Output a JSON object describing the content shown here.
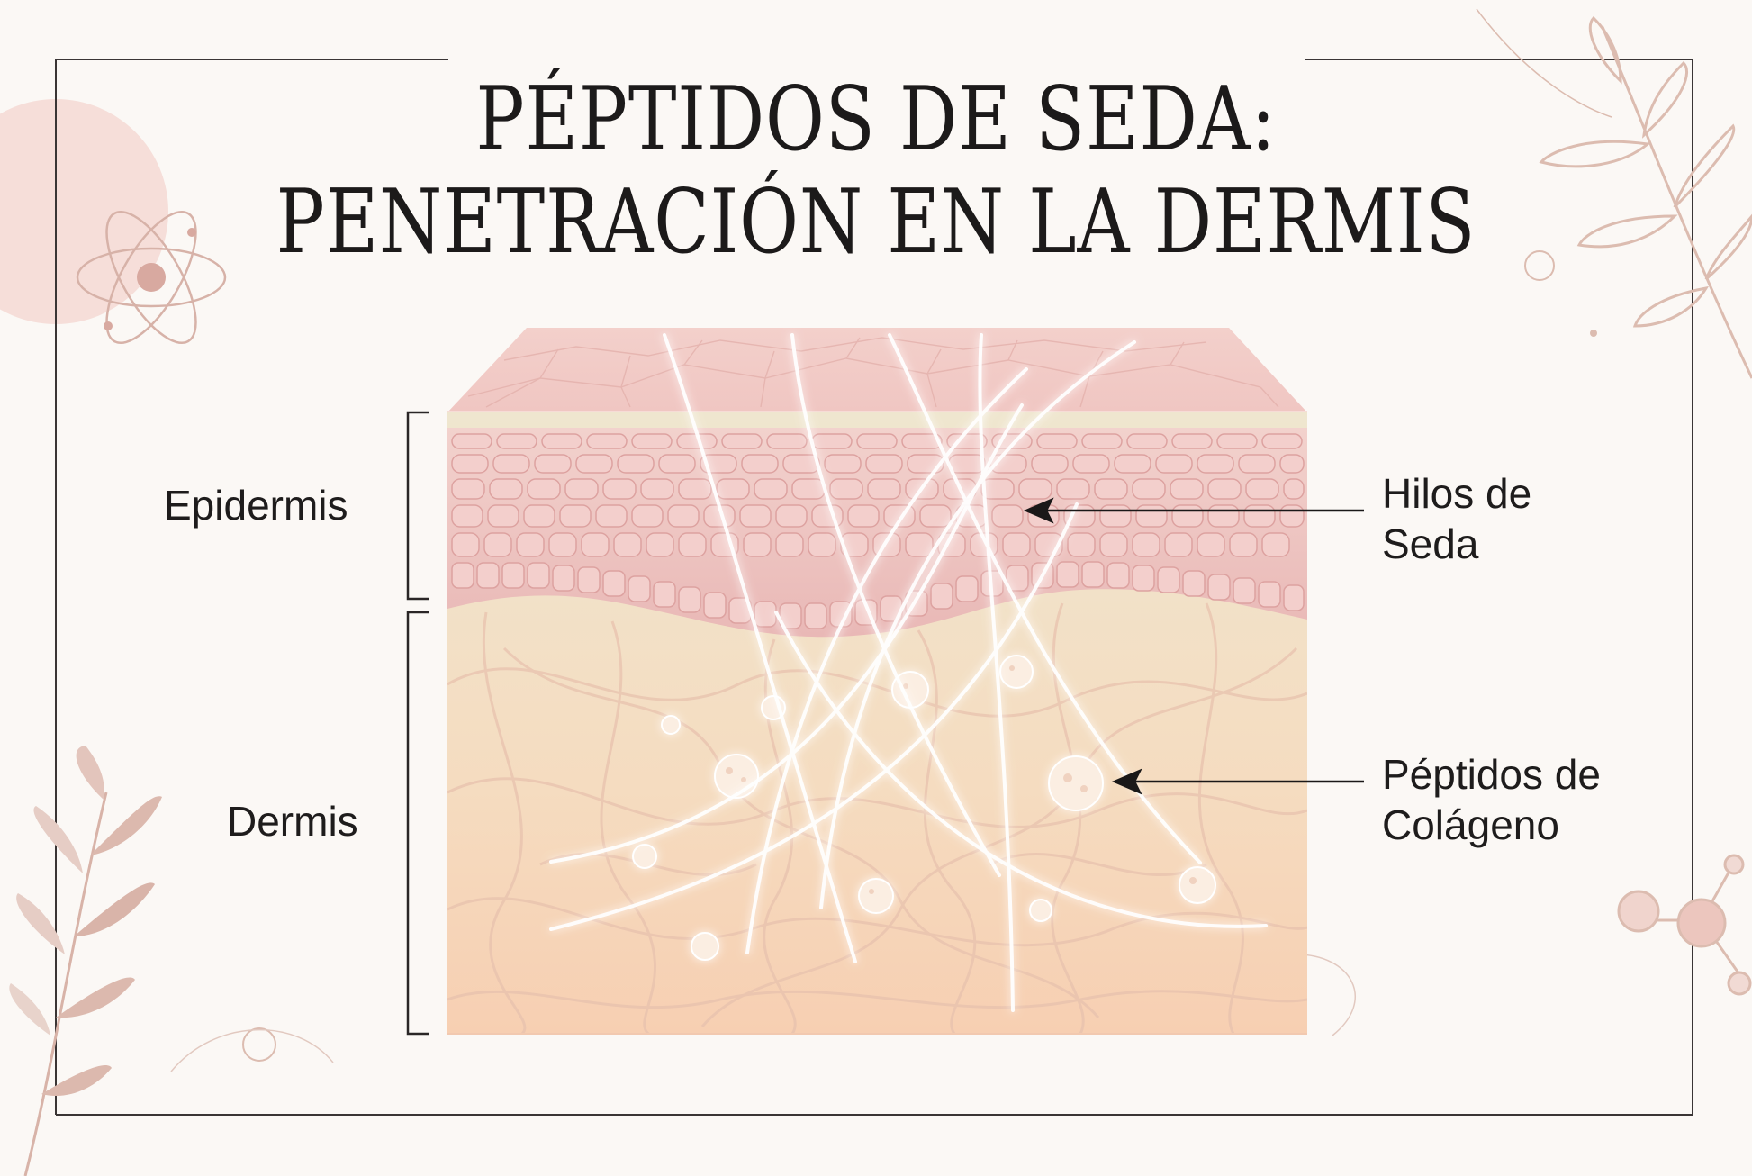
{
  "title": {
    "line1": "PÉPTIDOS DE SEDA:",
    "line2": "PENETRACIÓN EN LA DERMIS"
  },
  "labels": {
    "epidermis": "Epidermis",
    "dermis": "Dermis",
    "silk_threads": [
      "Hilos de",
      "Seda"
    ],
    "collagen_peptides": [
      "Péptidos de",
      "Colágeno"
    ]
  },
  "colors": {
    "background": "#fbf8f5",
    "frame": "#3a3535",
    "text": "#1c1a1a",
    "epidermis": "#efc2c0",
    "dermis": "#f3e3c8",
    "threads": "#ffffff",
    "botanical": "#d8b3a8"
  },
  "icons": [
    "atom-icon",
    "leaf-branch-icon",
    "molecule-icon"
  ]
}
